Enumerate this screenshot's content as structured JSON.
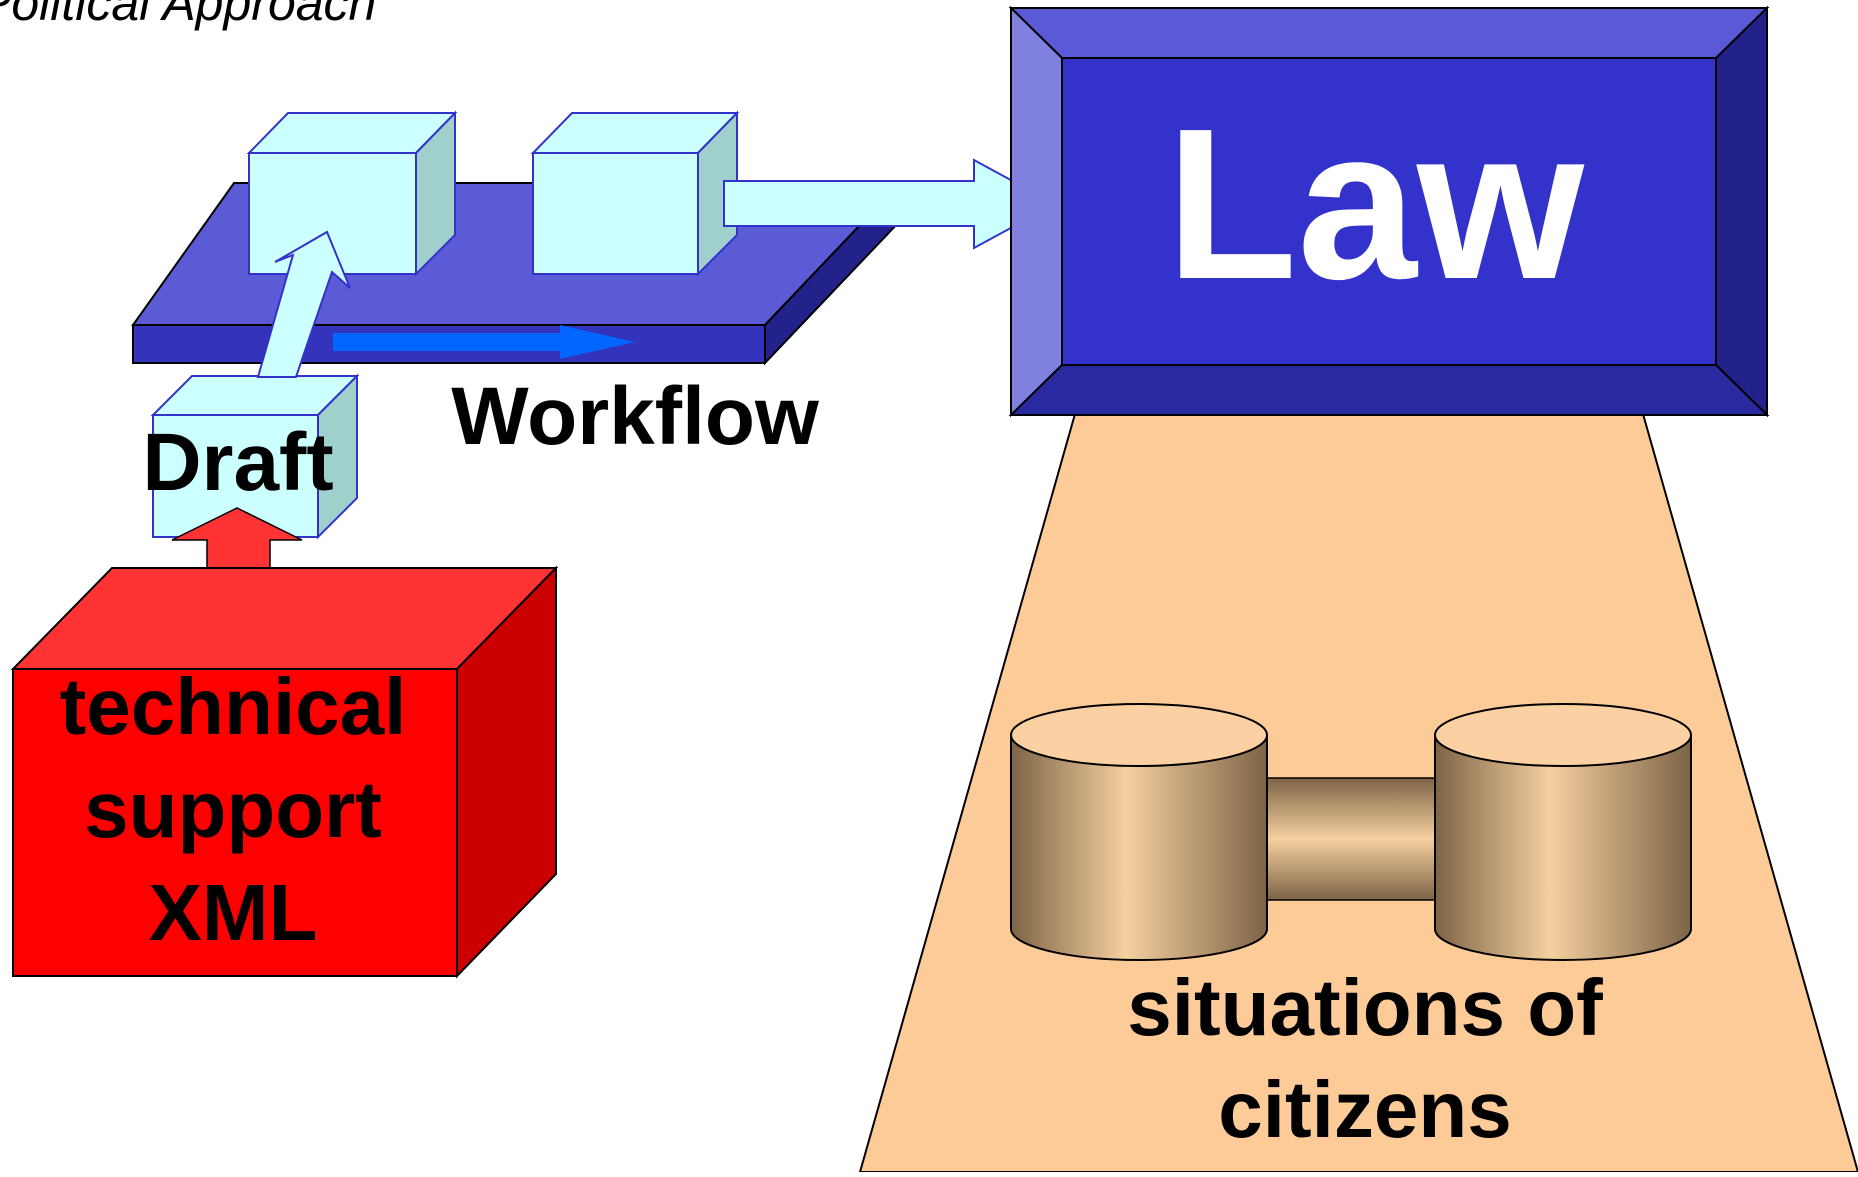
{
  "heading": "Political Approach",
  "labels": {
    "draft": "Draft",
    "workflow": "Workflow",
    "law": "Law",
    "support_line1": "technical",
    "support_line2": "support",
    "support_line3": "XML",
    "situations_line1": "situations of",
    "situations_line2": "citizens"
  },
  "colors": {
    "platform": "#5b5bd6",
    "law_box": "#3333cc",
    "cube": "#ccffff",
    "support_box": "#ff3333",
    "trapezoid": "#fccb98",
    "cylinder": "#c8a47e"
  }
}
